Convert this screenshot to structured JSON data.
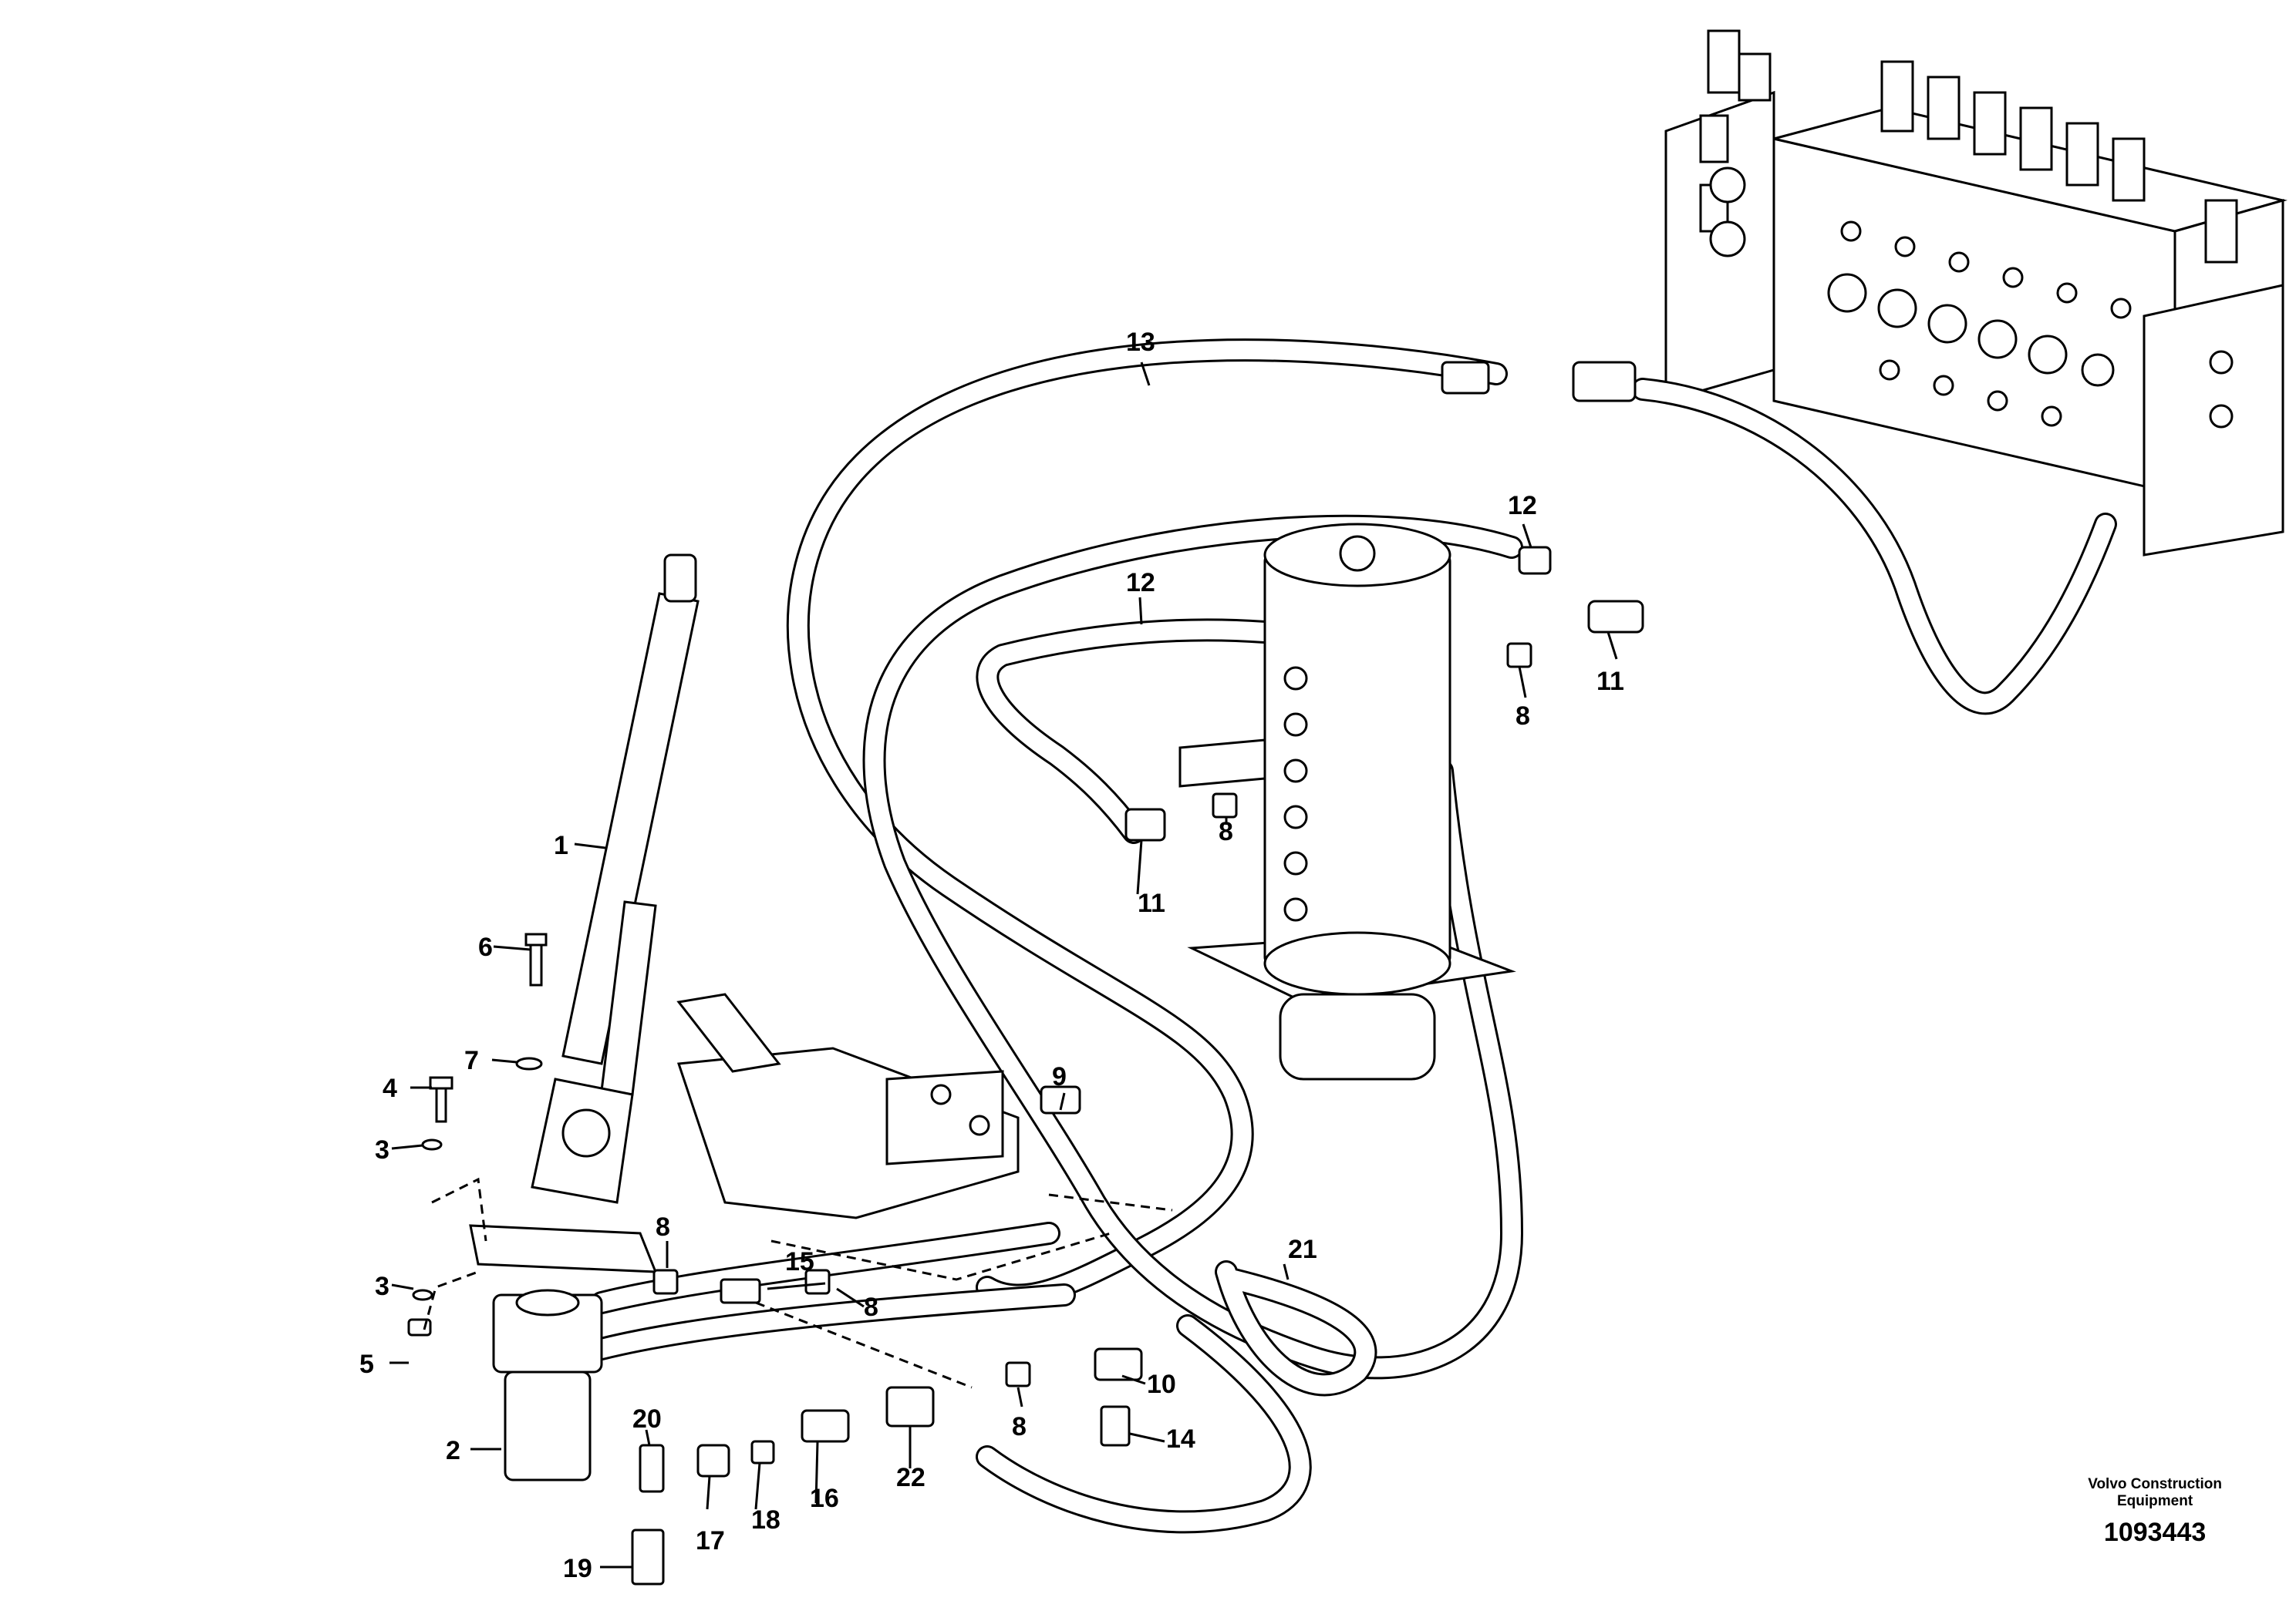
{
  "callouts": {
    "c1": "1",
    "c2": "2",
    "c3a": "3",
    "c3b": "3",
    "c4": "4",
    "c5": "5",
    "c6": "6",
    "c7": "7",
    "c8a": "8",
    "c8b": "8",
    "c8c": "8",
    "c8d": "8",
    "c8e": "8",
    "c9": "9",
    "c10": "10",
    "c11a": "11",
    "c11b": "11",
    "c12a": "12",
    "c12b": "12",
    "c13": "13",
    "c14": "14",
    "c15": "15",
    "c16": "16",
    "c17": "17",
    "c18": "18",
    "c19": "19",
    "c20": "20",
    "c21": "21",
    "c22": "22"
  },
  "footer": {
    "company_line1": "Volvo Construction",
    "company_line2": "Equipment",
    "drawing_number": "1093443"
  }
}
